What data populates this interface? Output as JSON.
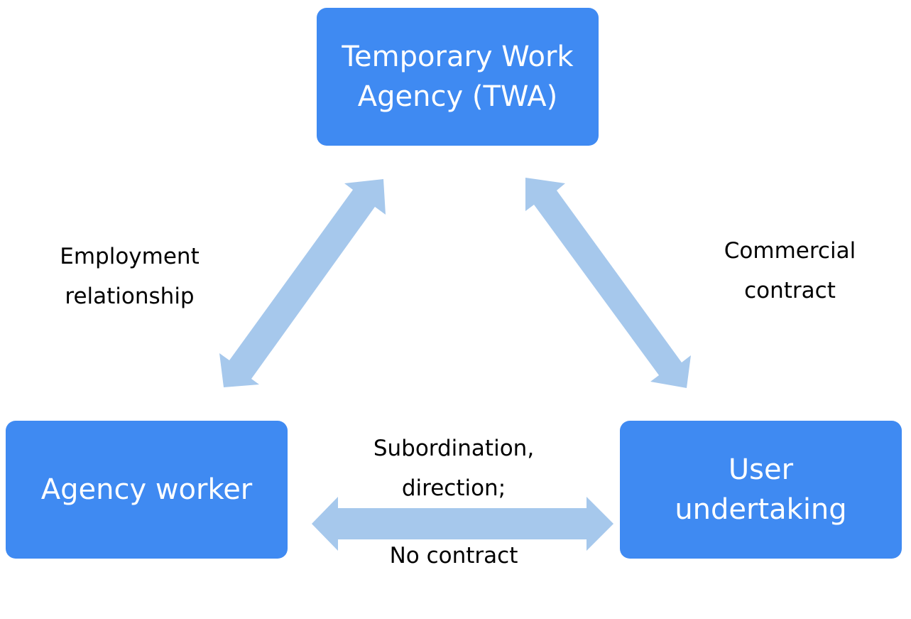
{
  "nodes": {
    "twa": "Temporary Work\nAgency (TWA)",
    "worker": "Agency worker",
    "user": "User\nundertaking"
  },
  "relations": {
    "employment": "Employment\nrelationship",
    "commercial": "Commercial\ncontract",
    "subordination": "Subordination,\ndirection;",
    "no_contract": "No contract"
  },
  "colors": {
    "node_fill": "#3f8af2",
    "arrow_fill": "#a6c8ec",
    "node_text": "#ffffff"
  }
}
